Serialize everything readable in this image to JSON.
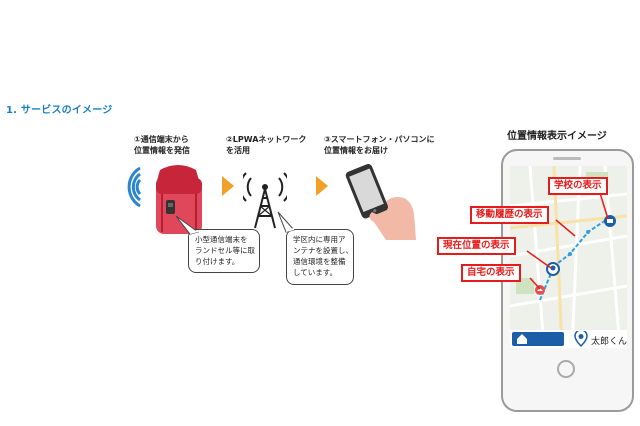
{
  "section_title": "1. サービスのイメージ",
  "steps": [
    {
      "caption": "①通信端末から\n位置情報を発信"
    },
    {
      "caption": "②LPWAネットワーク\nを活用"
    },
    {
      "caption": "③スマートフォン・パソコンに\n位置情報をお届け"
    }
  ],
  "bubbles": {
    "device": "小型通信端末を\nランドセル等に取\nり付けます。",
    "network": "学区内に専用ア\nンテナを設置し、\n通信環境を整備\nしています。"
  },
  "phone": {
    "title": "位置情報表示イメージ",
    "labels": {
      "school": "学校の表示",
      "history": "移動履歴の表示",
      "current": "現在位置の表示",
      "home": "自宅の表示"
    },
    "user_name": "太郎くん"
  },
  "colors": {
    "accent_blue": "#1a7fc4",
    "arrow_orange": "#f0a12a",
    "label_red": "#e51c1c",
    "route_blue": "#2f9fe0"
  }
}
